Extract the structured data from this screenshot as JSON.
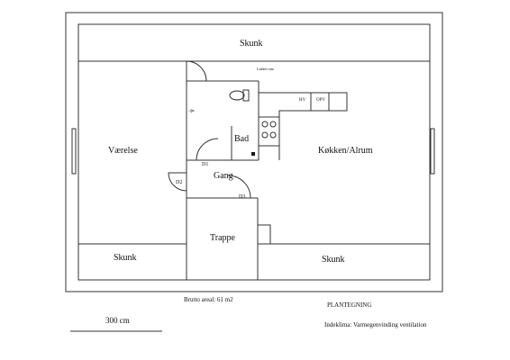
{
  "rooms": {
    "skunk_top": "Skunk",
    "vaerelse": "Værelse",
    "kokken": "Køkken/Alrum",
    "bad": "Bad",
    "gang": "Gang",
    "trappe": "Trappe",
    "skunk_bottom_left": "Skunk",
    "skunk_bottom_right": "Skunk"
  },
  "doors": {
    "d1": "D1",
    "d2": "D2",
    "d3": "D3"
  },
  "fixtures": {
    "hv": "HV",
    "opv": "OPV",
    "lukket_rum": "Lukket rum"
  },
  "footer": {
    "area": "Brutto areal: 61 m2",
    "title": "PLANTEGNING",
    "indeklima": "Indeklima: Varmegenvinding ventilation",
    "scale": "300 cm"
  }
}
